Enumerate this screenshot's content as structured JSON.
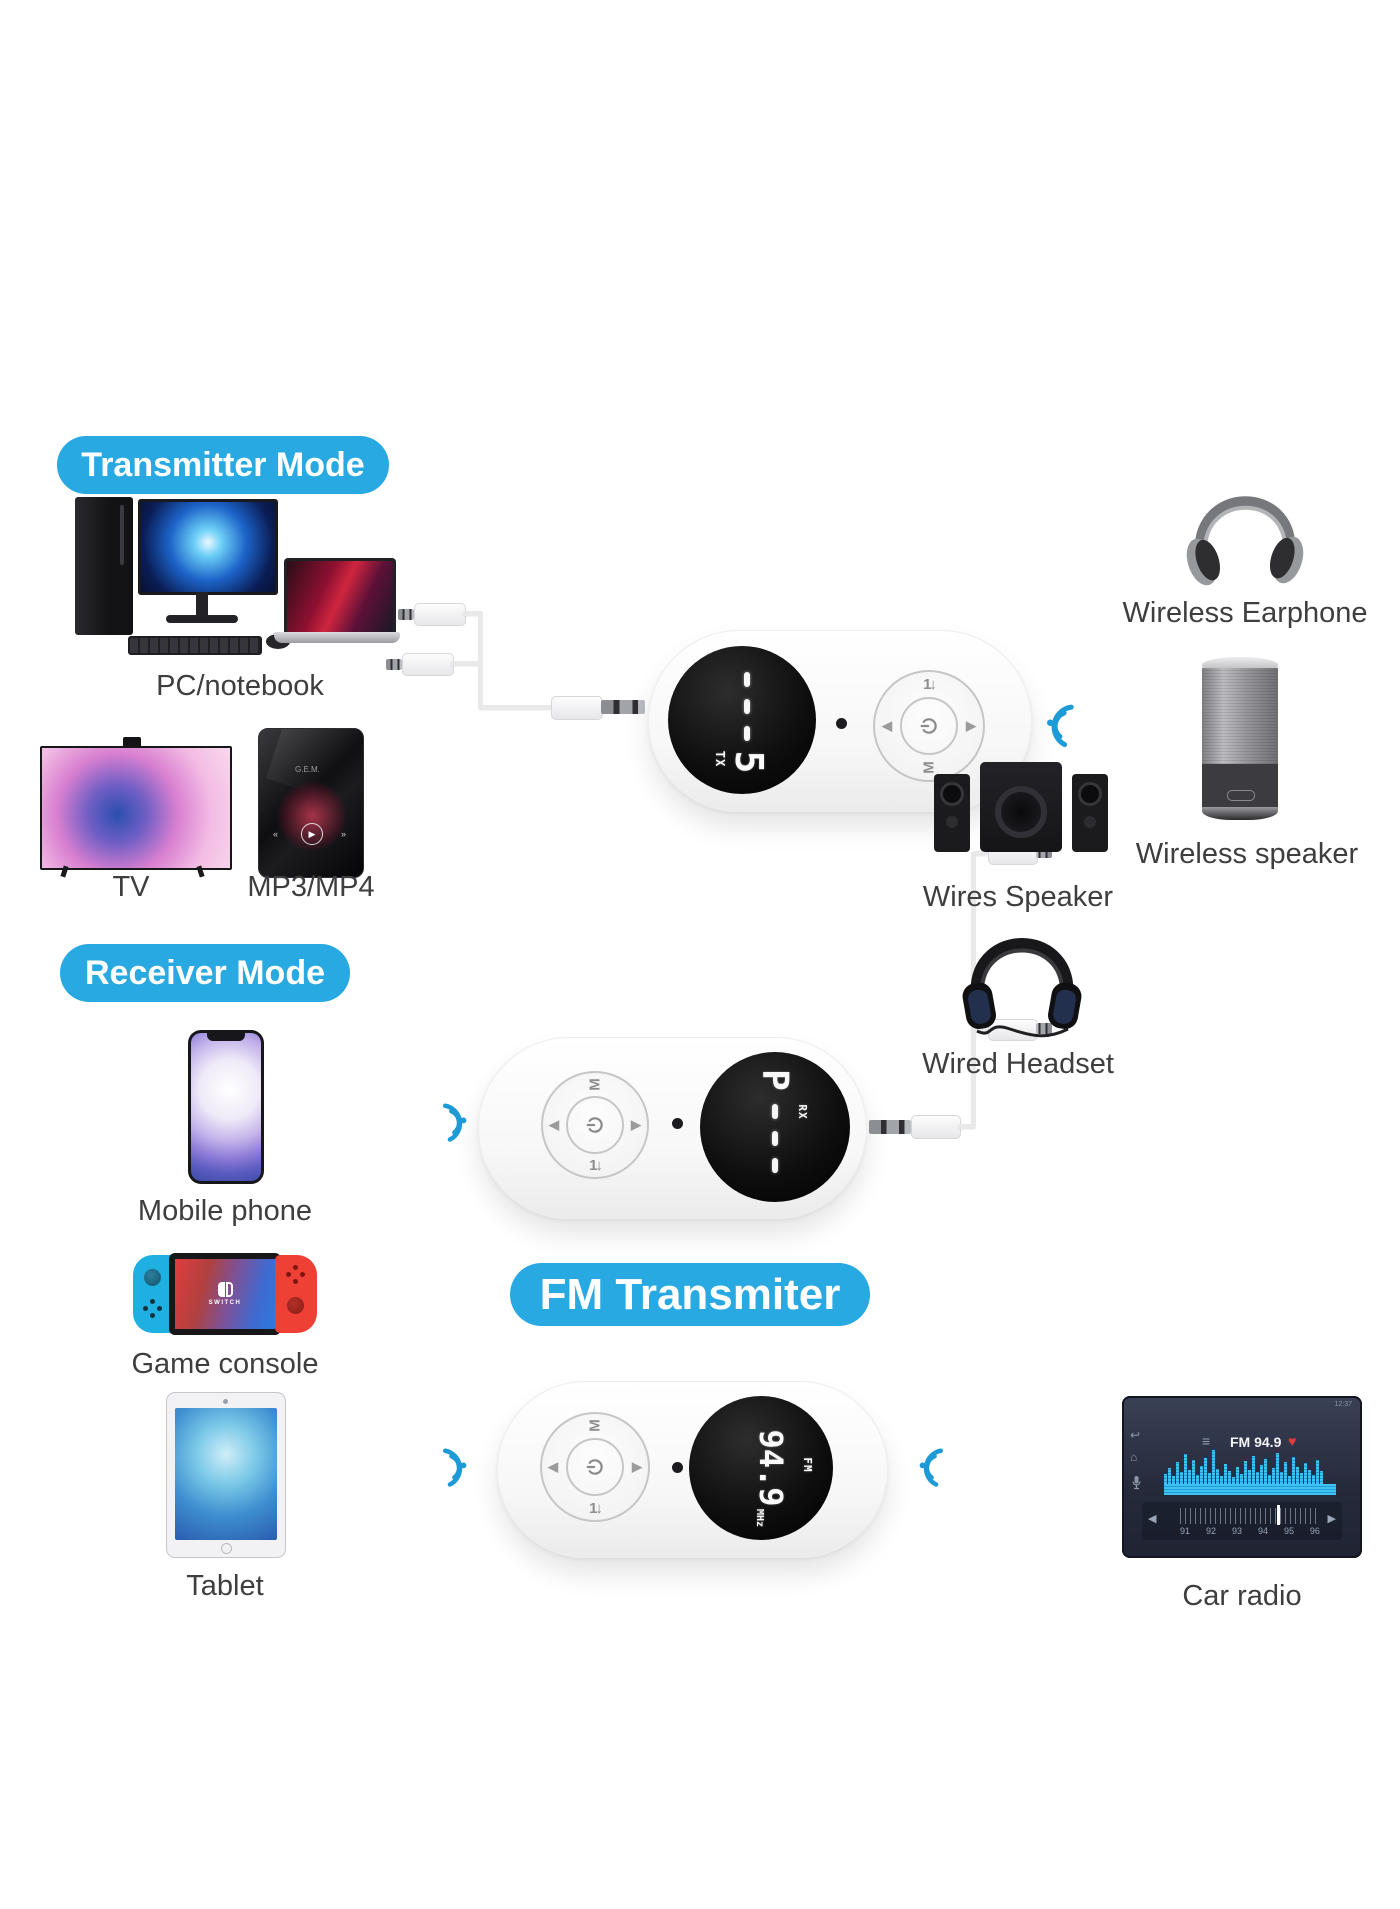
{
  "colors": {
    "badge_blue": "#29A9E1",
    "signal_blue": "#1E9BD7",
    "caption_gray": "#3E3E3E"
  },
  "sections": {
    "transmitter": {
      "badge_label": "Transmitter Mode",
      "captions": {
        "pc": "PC/notebook",
        "tv": "TV",
        "mp3": "MP3/MP4",
        "earphone": "Wireless Earphone",
        "speaker": "Wireless speaker"
      }
    },
    "receiver": {
      "badge_label": "Receiver Mode",
      "captions": {
        "phone": "Mobile phone",
        "console": "Game console",
        "tablet": "Tablet",
        "speaker": "Wires Speaker",
        "headset": "Wired Headset"
      }
    },
    "fm": {
      "badge_label": "FM Transmiter",
      "captions": {
        "car": "Car radio"
      }
    }
  },
  "devices": {
    "tx": {
      "mode": "TX",
      "value": "5",
      "btn_top": "1↓",
      "btn_bottom": "M",
      "btn_left": "◀",
      "btn_right": "▶"
    },
    "rx": {
      "mode": "RX",
      "value": "P",
      "btn_top": "M",
      "btn_bottom": "1↓",
      "btn_left": "◀",
      "btn_right": "▶"
    },
    "fm": {
      "mode": "FM",
      "value": "94.9",
      "unit": "MHz",
      "btn_top": "M",
      "btn_bottom": "1↓",
      "btn_left": "◀",
      "btn_right": "▶"
    }
  },
  "mp3_player": {
    "brand": "G.E.M."
  },
  "game_console": {
    "logo_text": "SWITCH"
  },
  "car_radio": {
    "status": "12:37",
    "station": "FM 94.9",
    "freq_ticks": [
      "91",
      "92",
      "93",
      "94",
      "95",
      "96"
    ],
    "eq_bars": [
      10,
      16,
      8,
      22,
      12,
      30,
      14,
      24,
      9,
      18,
      26,
      11,
      34,
      15,
      8,
      20,
      13,
      7,
      17,
      10,
      23,
      14,
      28,
      12,
      19,
      25,
      9,
      16,
      31,
      12,
      22,
      8,
      27,
      17,
      11,
      21,
      14,
      9,
      24,
      13
    ]
  }
}
